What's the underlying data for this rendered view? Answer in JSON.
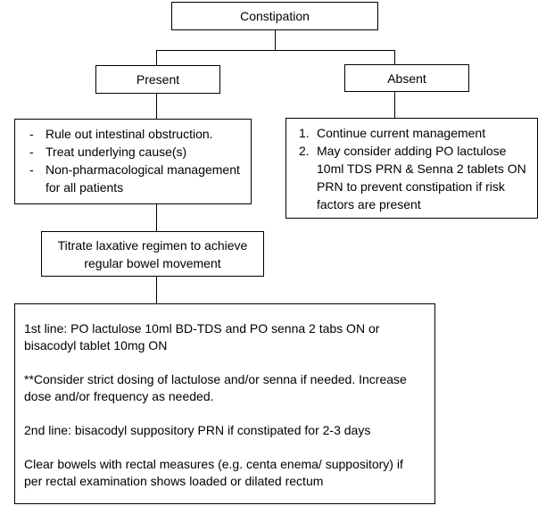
{
  "root": {
    "label": "Constipation"
  },
  "present": {
    "label": "Present",
    "items": [
      "Rule out intestinal obstruction.",
      "Treat underlying cause(s)",
      "Non-pharmacological management for all patients"
    ]
  },
  "absent": {
    "label": "Absent",
    "items": [
      {
        "num": "1.",
        "text": "Continue current management"
      },
      {
        "num": "2.",
        "text": "May consider adding PO lactulose 10ml TDS PRN & Senna 2 tablets ON PRN to prevent constipation if risk factors are present"
      }
    ]
  },
  "titrate": {
    "text": "Titrate laxative regimen to achieve regular bowel movement"
  },
  "regimen": {
    "first_line": "1st line: PO lactulose 10ml BD-TDS and PO senna 2 tabs ON or bisacodyl tablet 10mg ON",
    "consider": "**Consider strict dosing of lactulose and/or senna if needed. Increase dose and/or frequency as needed.",
    "second_line": "2nd line: bisacodyl suppository PRN if constipated for 2-3 days",
    "clear_bowels": "Clear bowels with rectal measures (e.g. centa enema/ suppository) if per rectal examination shows loaded or dilated rectum"
  }
}
